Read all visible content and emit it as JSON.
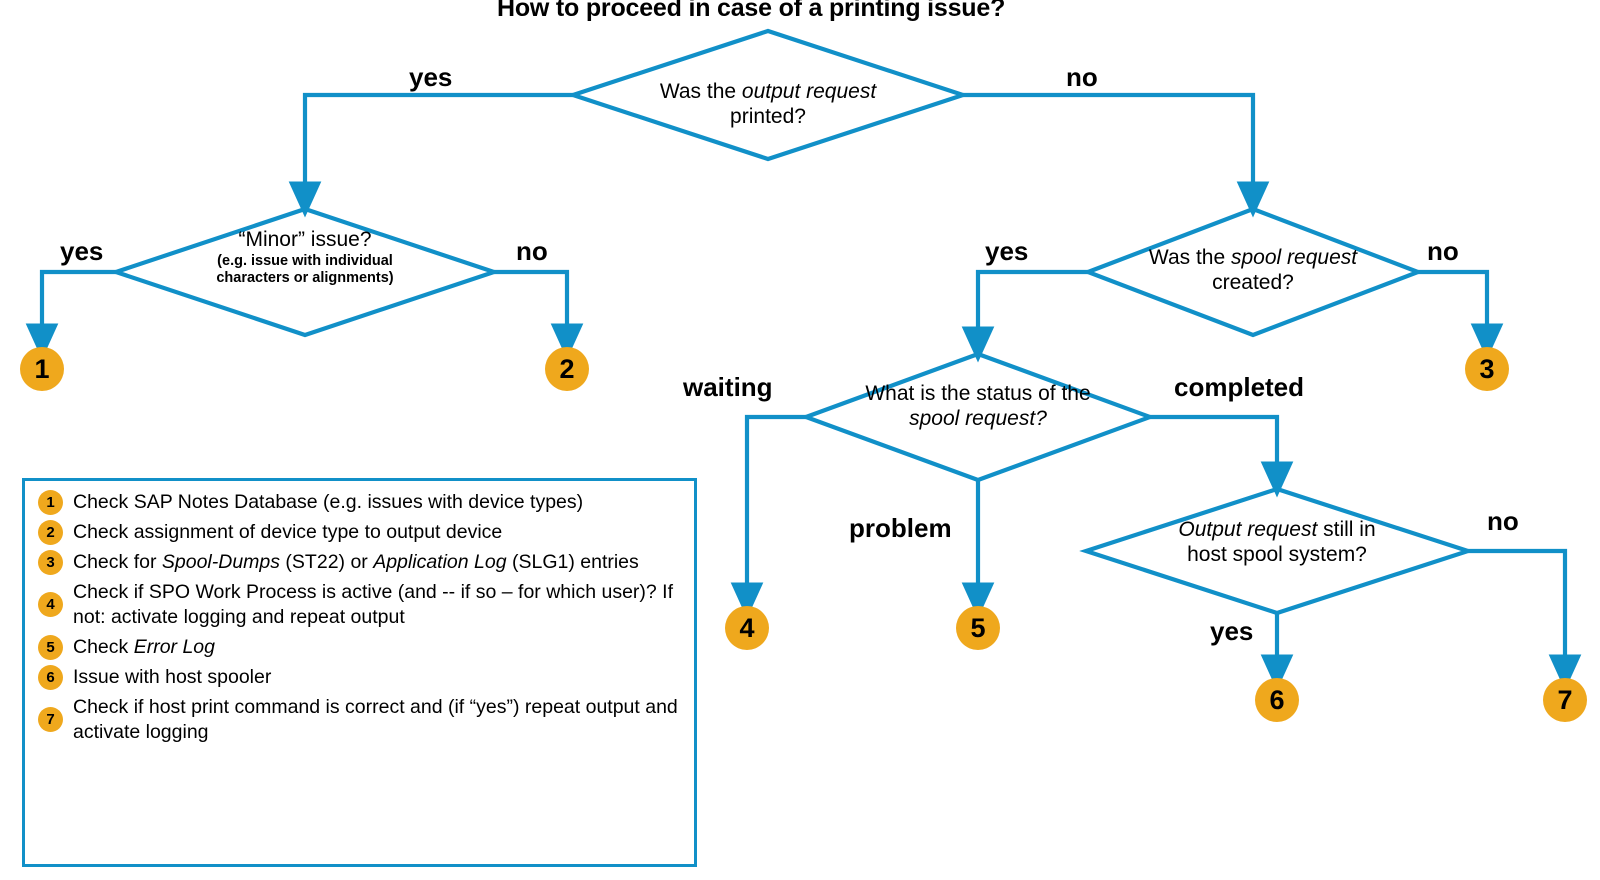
{
  "title": "How to proceed in case of a printing issue?",
  "colors": {
    "flow_blue": "#1190C8",
    "marker_orange": "#EFA81D",
    "text": "#000000"
  },
  "decisions": {
    "output_printed": {
      "line1_pre": "Was the ",
      "line1_em": "output request",
      "line2": "printed?"
    },
    "minor_issue": {
      "line1": "“Minor” issue?",
      "line2": "(e.g. issue with individual",
      "line3": "characters or alignments)"
    },
    "spool_created": {
      "line1_pre": "Was the ",
      "line1_em": "spool request",
      "line2": "created?"
    },
    "spool_status": {
      "line1": "What is the status of the",
      "line2_em": "spool request?"
    },
    "output_in_host": {
      "line1_em": "Output request",
      "line1_post": " still in",
      "line2": "host spool system?"
    }
  },
  "edge_labels": {
    "printed_yes": "yes",
    "printed_no": "no",
    "minor_yes": "yes",
    "minor_no": "no",
    "spool_yes": "yes",
    "spool_no": "no",
    "status_waiting": "waiting",
    "status_completed": "completed",
    "status_problem": "problem",
    "host_yes": "yes",
    "host_no": "no"
  },
  "markers": {
    "m1": "1",
    "m2": "2",
    "m3": "3",
    "m4": "4",
    "m5": "5",
    "m6": "6",
    "m7": "7"
  },
  "legend": [
    {
      "num": "1",
      "parts": [
        {
          "t": "Check SAP Notes Database (e.g. issues with device types)",
          "i": false
        }
      ]
    },
    {
      "num": "2",
      "parts": [
        {
          "t": "Check assignment of device type to output device",
          "i": false
        }
      ]
    },
    {
      "num": "3",
      "parts": [
        {
          "t": "Check for ",
          "i": false
        },
        {
          "t": "Spool-Dumps",
          "i": true
        },
        {
          "t": " (ST22) or ",
          "i": false
        },
        {
          "t": "Application Log",
          "i": true
        },
        {
          "t": " (SLG1) entries",
          "i": false
        }
      ]
    },
    {
      "num": "4",
      "parts": [
        {
          "t": "Check if SPO Work Process is active (and -- if so – for which user)? If not: activate logging and repeat output",
          "i": false
        }
      ]
    },
    {
      "num": "5",
      "parts": [
        {
          "t": "Check ",
          "i": false
        },
        {
          "t": "Error Log",
          "i": true
        }
      ]
    },
    {
      "num": "6",
      "parts": [
        {
          "t": "Issue with host spooler",
          "i": false
        }
      ]
    },
    {
      "num": "7",
      "parts": [
        {
          "t": "Check if host print command is correct and (if “yes”) repeat output and activate logging",
          "i": false
        }
      ]
    }
  ]
}
